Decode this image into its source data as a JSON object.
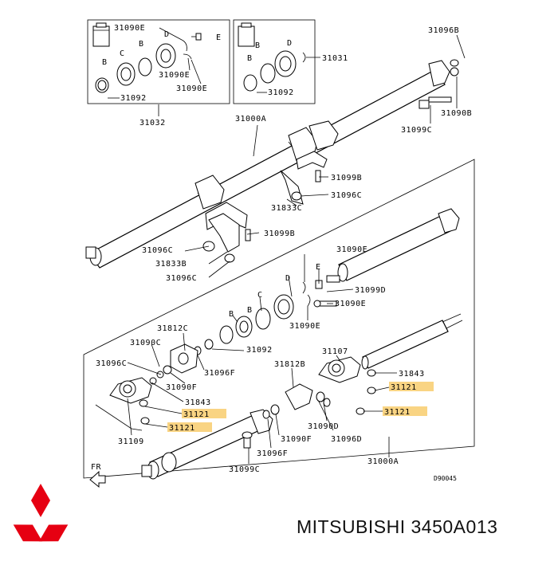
{
  "brand": {
    "name": "MITSUBISHI",
    "part_number": "3450A013",
    "logo_icon": "mitsubishi-three-diamonds-icon",
    "logo_color": "#e60012"
  },
  "diagram": {
    "code": "D90045",
    "direction_label": "FR",
    "highlight_color": "#f7c55a",
    "labels": {
      "inset1_top_e": "31090E",
      "inset1_d": "D",
      "inset1_c": "C",
      "inset1_b_top": "B",
      "inset1_b_left": "B",
      "inset1_e": "E",
      "inset1_mid_e": "31090E",
      "inset1_bot_e": "31090E",
      "inset1_bottom": "31092",
      "inset1_caption": "31032",
      "inset2_b_top": "B",
      "inset2_d": "D",
      "inset2_b_left": "B",
      "inset2_right": "31031",
      "inset2_bottom": "31092",
      "top_right_nut": "31096B",
      "top_right_bolt": "31090B",
      "top_right_washer": "31099C",
      "main_shaft": "31000A",
      "mid_bolt": "31099B",
      "mid_nut": "31096C",
      "mid_bracket": "31833C",
      "left_nut": "31096C",
      "left_bracket": "31833B",
      "left_bolt": "31099B",
      "left_nut2": "31096C",
      "mid_e_label": "31090E",
      "mid_e": "E",
      "mid_d": "D",
      "mid_d_label": "31099D",
      "mid_e_label2": "31090E",
      "mid_c": "C",
      "mid_b_top": "B",
      "mid_b": "B",
      "mid_e_label3": "31090E",
      "lower_bearing": "31812C",
      "lower_c": "31090C",
      "lower_washer": "31092",
      "lower_nut_left": "31096C",
      "lower_f": "31096F",
      "lower_f2": "31090F",
      "lower_spacer": "31843",
      "hl_1": "31121",
      "hl_2": "31121",
      "lower_support": "31109",
      "right_support": "31107",
      "right_bearing": "31812B",
      "right_spacer": "31843",
      "hl_3": "31121",
      "hl_4": "31121",
      "right_d": "31090D",
      "right_f": "31090F",
      "right_d2": "31096D",
      "right_f2": "31096F",
      "bottom_shaft": "31000A",
      "bottom_c": "31099C"
    }
  }
}
